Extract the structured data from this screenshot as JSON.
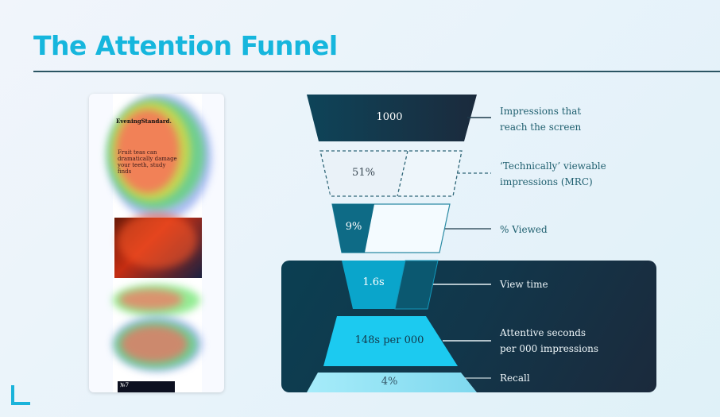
{
  "slide": {
    "title": "The Attention Funnel",
    "accent_color": "#16b6dd",
    "rule_color": "#2b5563"
  },
  "heatmap": {
    "brand": "EveningStandard.",
    "headline": "Fruit teas can dramatically damage your teeth, study finds",
    "footer_text": "№7"
  },
  "funnel": {
    "stages": [
      {
        "value": "1000",
        "label_line1": "Impressions that",
        "label_line2": "reach the screen",
        "fill": "#0e3f54",
        "text_color": "#ffffff",
        "connector": "solid"
      },
      {
        "value": "51%",
        "label_line1": "‘Technically’ viewable",
        "label_line2": "impressions (MRC)",
        "fill": "none",
        "text_color": "#3b4a55",
        "connector": "dashed"
      },
      {
        "value": "9%",
        "label_line1": "% Viewed",
        "label_line2": "",
        "fill": "#0e6b86",
        "text_color": "#ffffff",
        "connector": "solid"
      },
      {
        "value": "1.6s",
        "label_line1": "View time",
        "label_line2": "",
        "fill": "#0aa5cb",
        "text_color": "#ffffff",
        "connector": "solid"
      },
      {
        "value": "148s per 000",
        "label_line1": "Attentive seconds",
        "label_line2": "per 000 impressions",
        "fill": "#1ccaf0",
        "text_color": "#13384a",
        "connector": "solid"
      },
      {
        "value": "4%",
        "label_line1": "Recall",
        "label_line2": "",
        "fill": "#8fe1f5",
        "text_color": "#335566",
        "connector": "solid"
      }
    ]
  }
}
